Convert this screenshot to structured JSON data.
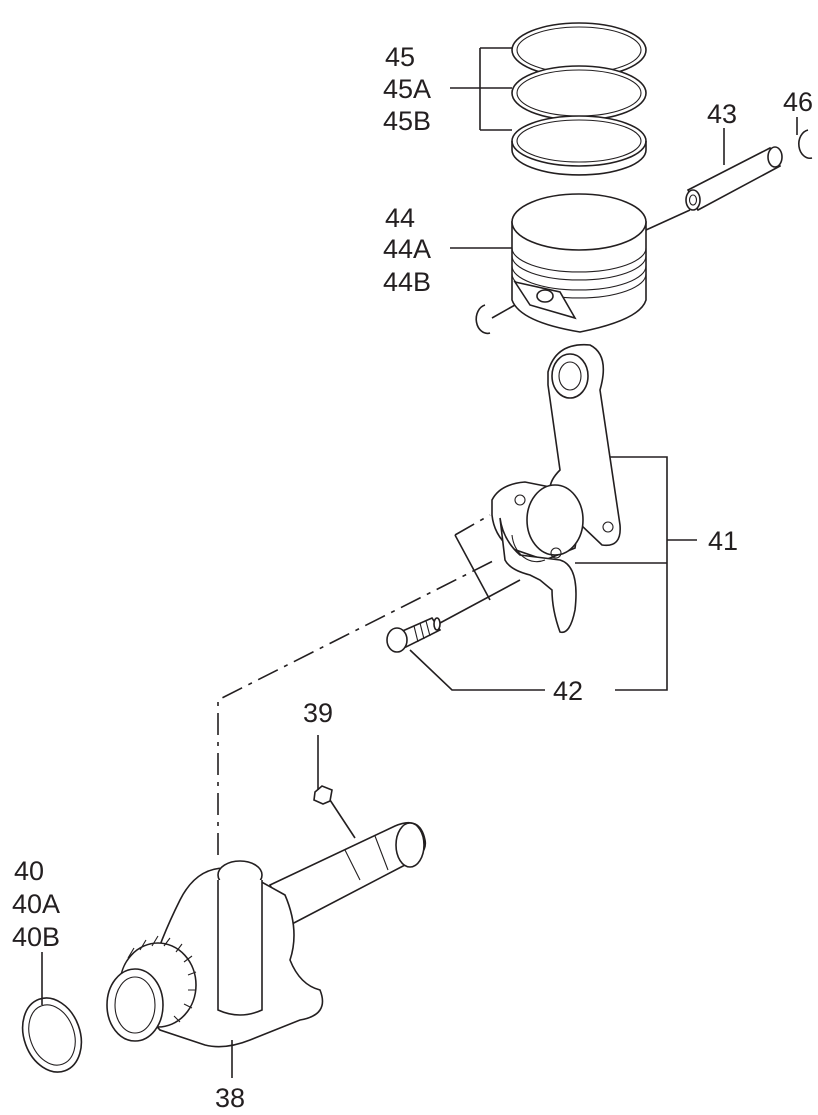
{
  "labels": {
    "l45": "45",
    "l45a": "45A",
    "l45b": "45B",
    "l46": "46",
    "l43": "43",
    "l44": "44",
    "l44a": "44A",
    "l44b": "44B",
    "l41": "41",
    "l42": "42",
    "l39": "39",
    "l40": "40",
    "l40a": "40A",
    "l40b": "40B",
    "l38": "38"
  }
}
